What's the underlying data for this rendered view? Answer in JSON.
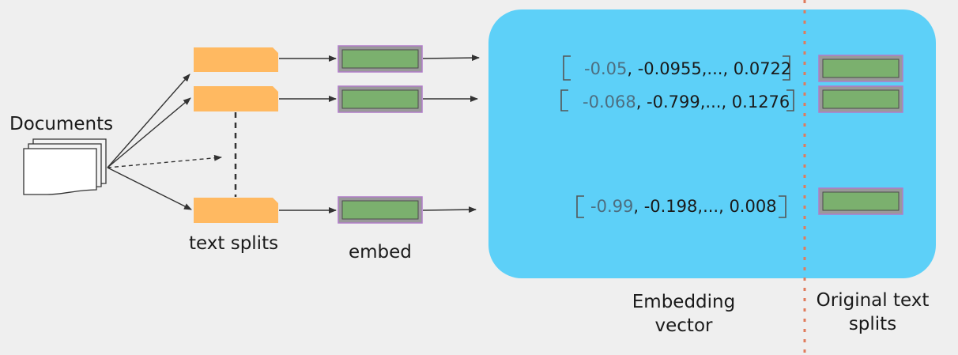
{
  "labels": {
    "documents": "Documents",
    "text_splits": "text splits",
    "embed": "embed",
    "embedding_vector": "Embedding vector",
    "original_text_splits": "Original text splits"
  },
  "vectors": [
    {
      "first": "-0.05",
      "rest": ", -0.0955,..., 0.0722"
    },
    {
      "first": "-0.068",
      "rest": ", -0.799,..., 0.1276"
    },
    {
      "first": "-0.99",
      "rest": ", -0.198,..., 0.008"
    }
  ],
  "colors": {
    "store_fill": "#5dd0f8",
    "split_fill": "#ffb961",
    "embed_fill": "#7bb06e",
    "embed_border": "#b07cc8",
    "first_value": "#4d6e80",
    "divider": "#e07b5c"
  }
}
